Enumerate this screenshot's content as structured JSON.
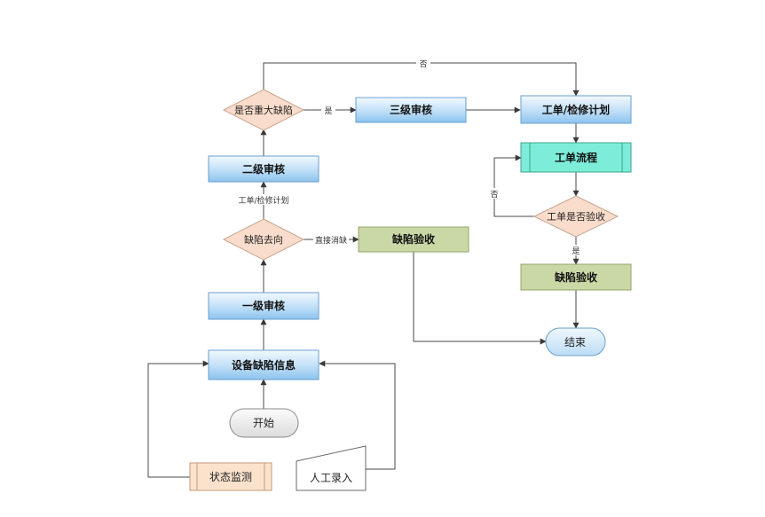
{
  "nodes": {
    "start": "开始",
    "defect_info": "设备缺陷信息",
    "level1_review": "一级审核",
    "defect_direction": "缺陷去向",
    "level2_review": "二级审核",
    "major_defect": "是否重大缺陷",
    "level3_review": "三级审核",
    "work_order_plan": "工单/检修计划",
    "work_order_flow": "工单流程",
    "work_order_accept_q": "工单是否验收",
    "defect_accept_left": "缺陷验收",
    "defect_accept_right": "缺陷验收",
    "end": "结束",
    "status_monitor": "状态监测",
    "manual_entry": "人工录入"
  },
  "edge_labels": {
    "major_no": "否",
    "major_yes": "是",
    "direction_to_plan": "工单/检修计划",
    "direction_eliminate": "直接消缺",
    "accept_no": "否",
    "accept_yes": "是"
  },
  "colors": {
    "blue_box_top": "#eaf5fd",
    "blue_box_bottom": "#8fc6ef",
    "blue_box_border": "#6a9fcc",
    "diamond_fill": "#f9dccb",
    "diamond_border": "#c9a48c",
    "green_fill": "#cad8a6",
    "green_border": "#93a56a",
    "teal_fill": "#7dedd9",
    "teal_border": "#3da38c",
    "orange_fill": "#fbe2cc",
    "orange_border": "#c4997a",
    "end_fill": "#d4eaf9",
    "start_fill": "#eeeeee",
    "edge": "#4a4a4a"
  }
}
